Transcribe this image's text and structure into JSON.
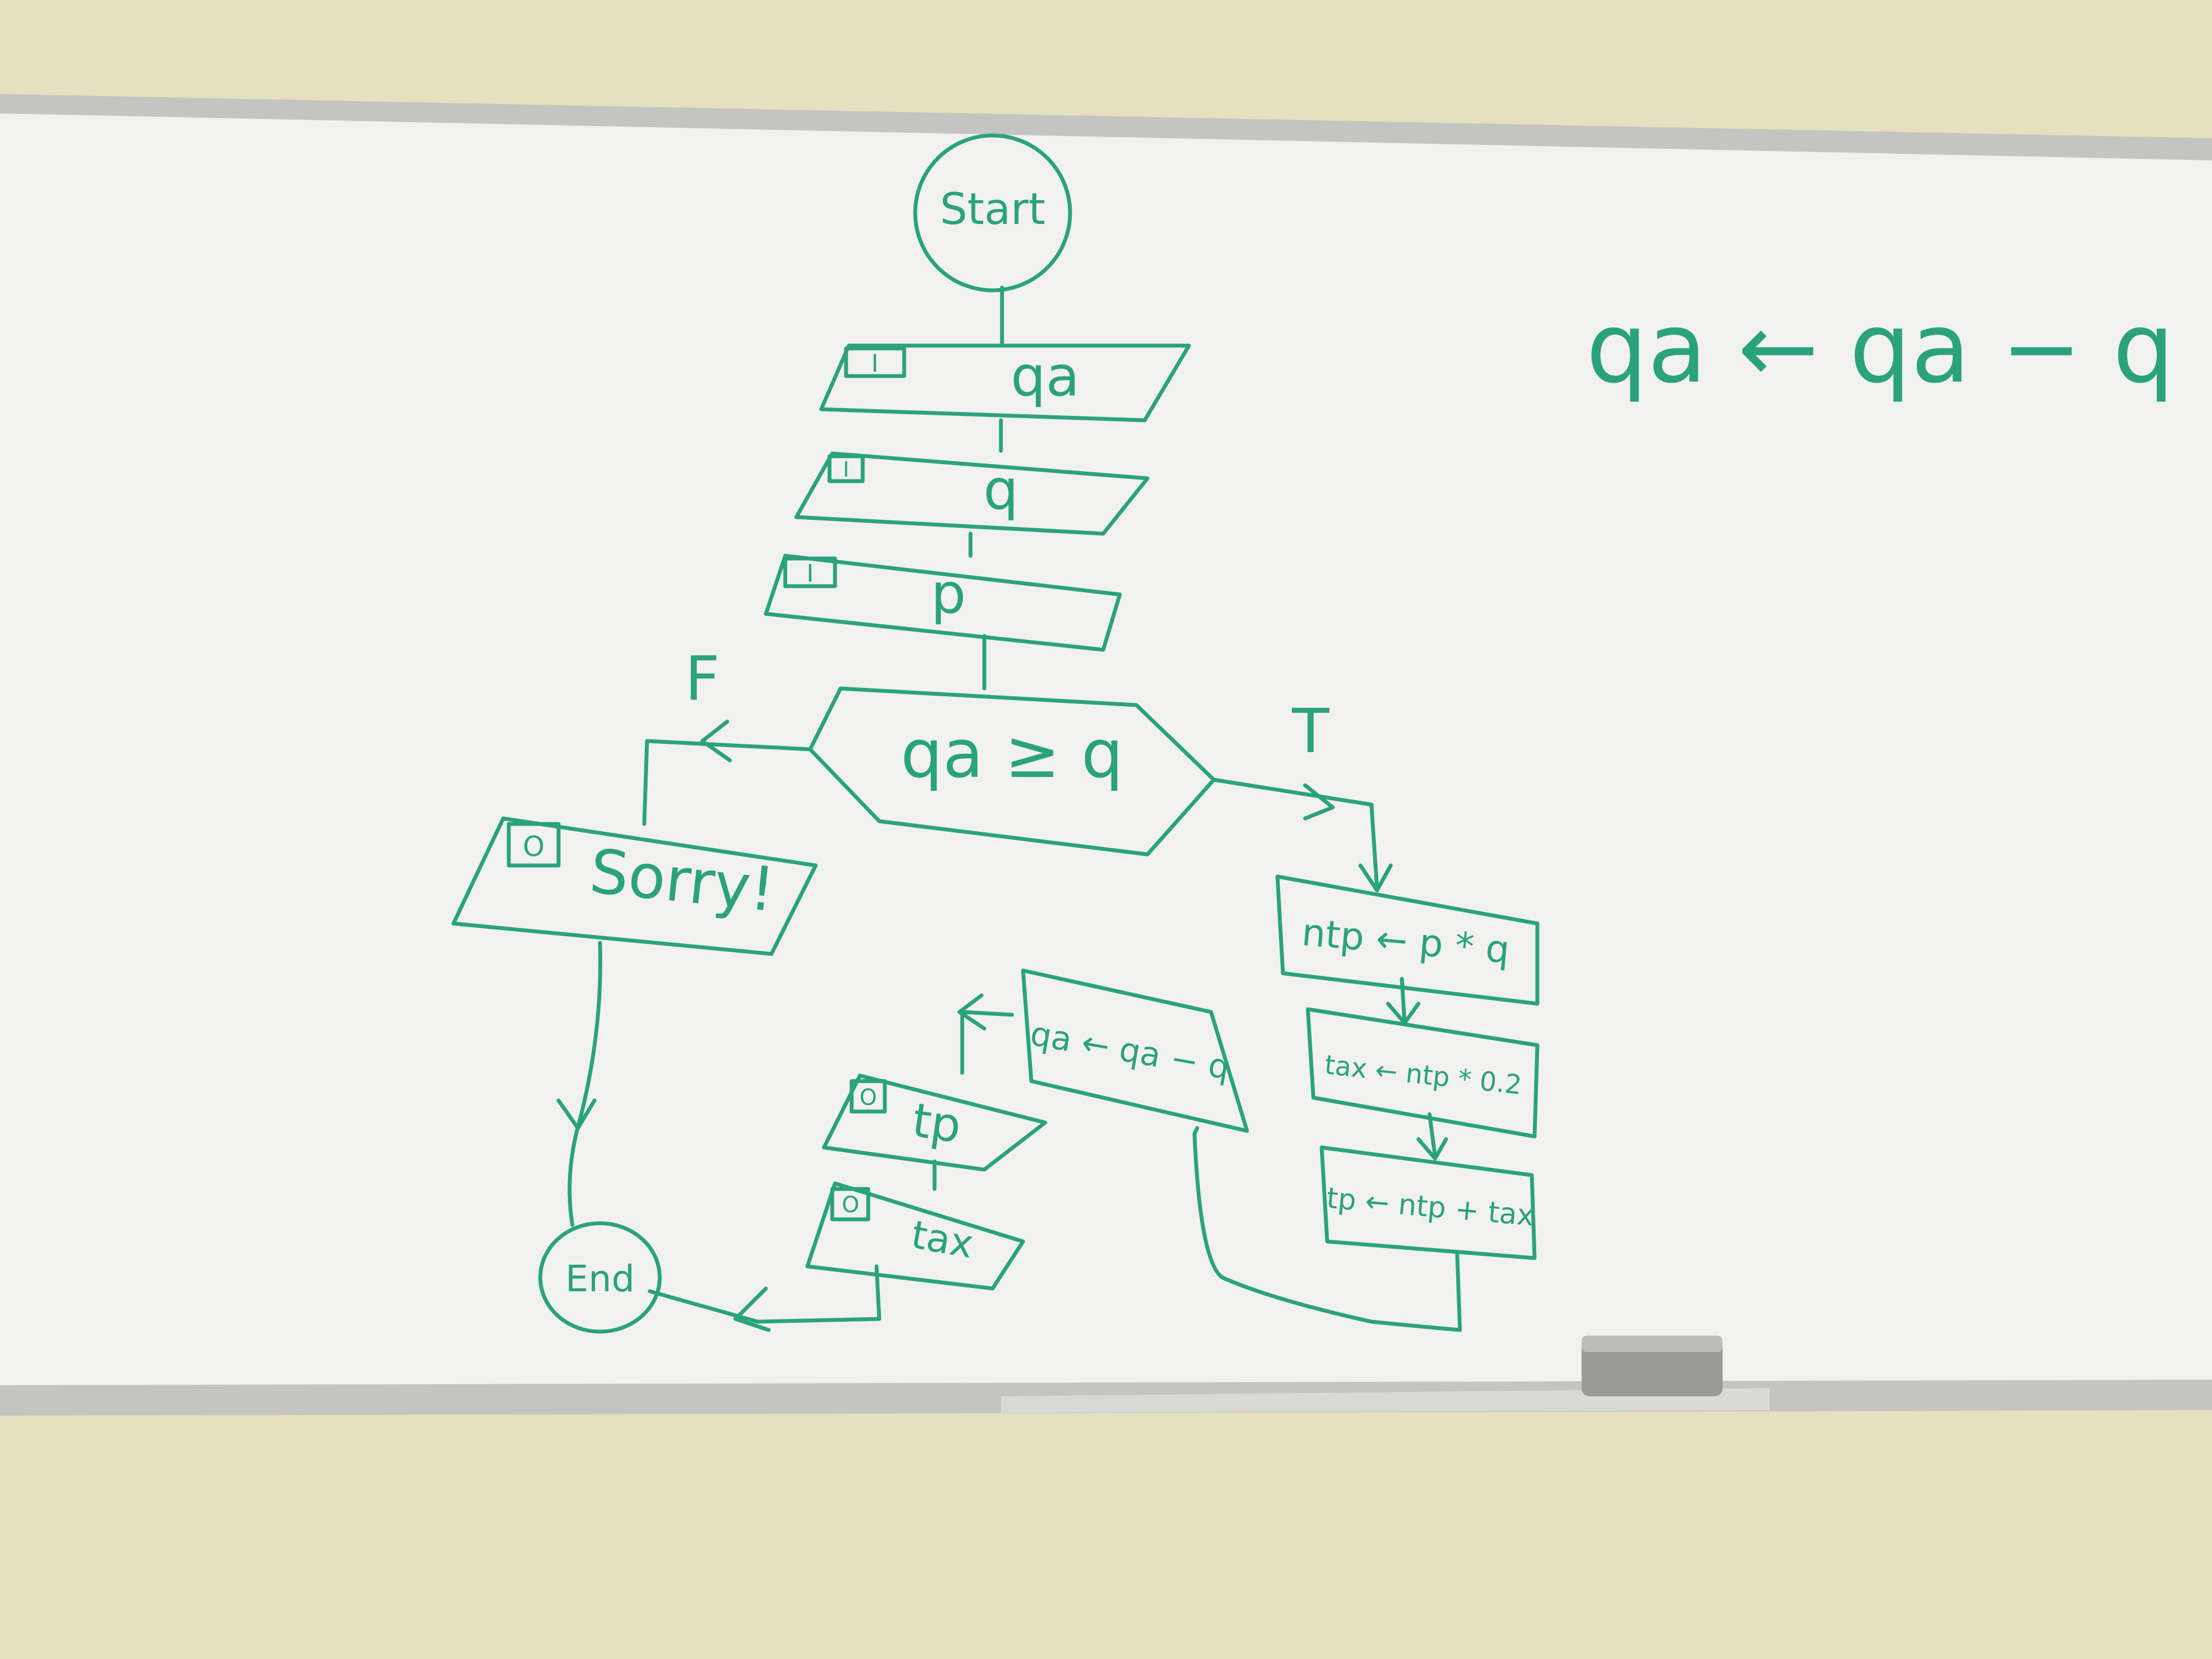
{
  "colors": {
    "wall": "#e6dfc0",
    "board": "#f1f1ef",
    "ink": "#2aa37c",
    "frame": "#c4c4c0"
  },
  "flowchart": {
    "start": "Start",
    "inputs": [
      {
        "tag": "I",
        "var": "qa"
      },
      {
        "tag": "I",
        "var": "q"
      },
      {
        "tag": "I",
        "var": "p"
      }
    ],
    "decision": "qa ≥ q",
    "branch_false": "F",
    "branch_true": "T",
    "false_output": {
      "tag": "O",
      "text": "Sorry!"
    },
    "process_ntp": "ntp ← p * q",
    "process_tax": "tax ← ntp * 0.2",
    "process_tp": "tp ← ntp + tax",
    "process_qa": "qa ← qa − q",
    "output_tp": {
      "tag": "O",
      "text": "tp"
    },
    "output_tax": {
      "tag": "O",
      "text": "tax"
    },
    "end": "End"
  },
  "side_note": "qa ← qa − q"
}
